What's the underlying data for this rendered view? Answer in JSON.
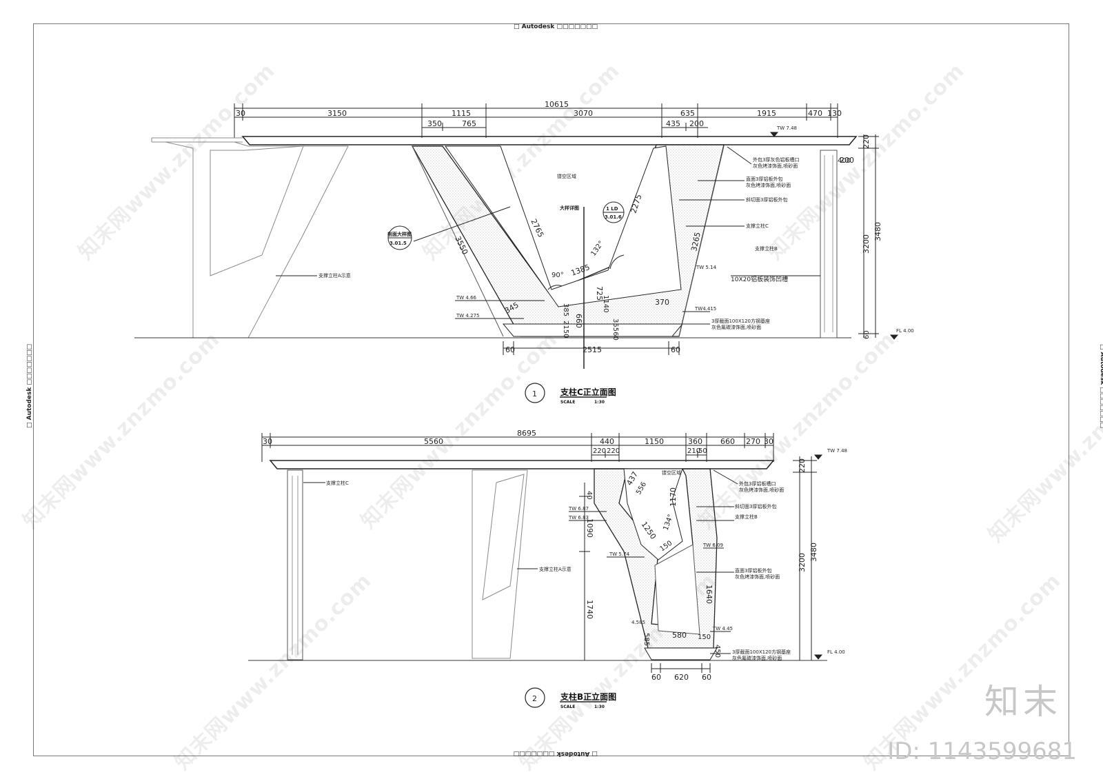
{
  "sheet": {
    "stamp_text": "□ Autodesk □□□□□□□",
    "brand": "知末",
    "brand_id": "ID: 1143599681",
    "watermark_text": "知末网www.znzmo.com"
  },
  "view1": {
    "number": "1",
    "title": "支柱C正立面图",
    "scale_label": "SCALE",
    "scale_value": "1:30",
    "top_total": "10615",
    "top_dims": [
      "30",
      "3150",
      "1115",
      "3070",
      "635",
      "1915",
      "470",
      "130"
    ],
    "sub_dims": [
      "350",
      "765",
      "435",
      "200"
    ],
    "right_dims": [
      "220",
      "200",
      "400",
      "3200",
      "3480",
      "60"
    ],
    "bottom_dims": [
      "60",
      "2515",
      "60"
    ],
    "inner_dims": [
      "2765",
      "3550",
      "2275",
      "3265",
      "1385",
      "345",
      "385",
      "2150",
      "660",
      "725",
      "1140",
      "35560",
      "370"
    ],
    "angles": [
      "90°",
      "132°"
    ],
    "levels": [
      "TW 7.48",
      "TW 5.14",
      "TW 4.66",
      "TW 4.275",
      "TW4.415",
      "FL 4.00"
    ],
    "callout_a_top": "1 LD",
    "callout_a_bottom": "3.01.6",
    "callout_b_top": "剖面大样图",
    "callout_b_bottom": "3.01.5",
    "labels": {
      "hollow": "镂空区域",
      "big_sample": "大样详图",
      "outer_wrap_1": "外包3厚灰色铝板槽口",
      "outer_wrap_2": "灰色烤漆饰面,喷砂面",
      "front_wrap_1": "直面3厚铝板外包",
      "front_wrap_2": "灰色烤漆饰面,喷砂面",
      "bevel": "斜切面3厚铝板外包",
      "pillar_c": "支撑立柱C",
      "pillar_b": "支撑立柱B",
      "pillar_a": "支撑立柱A示意",
      "groove": "10X20铝板装饰凹槽",
      "steel_1": "3厚截面100X120方钢基座",
      "steel_2": "灰色氟碳漆饰面,喷砂面"
    }
  },
  "view2": {
    "number": "2",
    "title": "支柱B正立面图",
    "scale_label": "SCALE",
    "scale_value": "1:30",
    "top_total": "8695",
    "top_dims": [
      "30",
      "5560",
      "440",
      "1150",
      "360",
      "660",
      "270",
      "30"
    ],
    "sub_dims": [
      "220",
      "220",
      "210",
      "50"
    ],
    "right_dims": [
      "220",
      "3200",
      "3480"
    ],
    "left_dims": [
      "40",
      "1090",
      "1740"
    ],
    "bottom_dims": [
      "60",
      "620",
      "60"
    ],
    "inner_dims": [
      "437",
      "556",
      "1170",
      "1250",
      "150",
      "1640",
      "585",
      "580",
      "150",
      "450"
    ],
    "angles": [
      "134°"
    ],
    "levels": [
      "TW 7.48",
      "TW 6.87",
      "TW 6.83",
      "TW 6.09",
      "TW 5.74",
      "4.585",
      "TW 4.45",
      "FL 4.00"
    ],
    "labels": {
      "hollow": "镂空区域",
      "pillar_c": "支撑立柱C",
      "pillar_a": "支撑立柱A示意",
      "pillar_b": "支撑立柱B",
      "outer_wrap_1": "外包3厚铝板槽口",
      "outer_wrap_2": "灰色烤漆饰面,喷砂面",
      "bevel": "斜切面3厚铝板外包",
      "front_wrap_1": "直面3厚铝板外包",
      "front_wrap_2": "灰色烤漆饰面,喷砂面",
      "steel_1": "3厚截面100X120方钢基座",
      "steel_2": "灰色氟碳漆饰面,喷砂面"
    }
  }
}
